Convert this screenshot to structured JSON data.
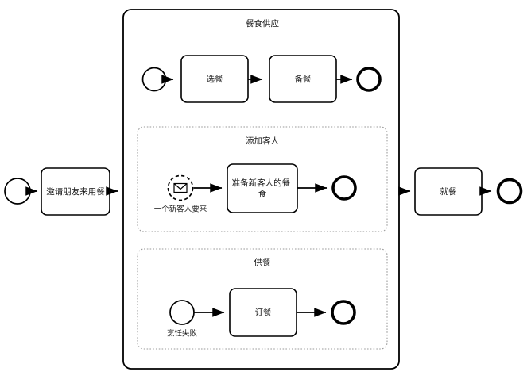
{
  "diagram": {
    "type": "bpmn-process-diagram",
    "title_visible": false,
    "colors": {
      "stroke": "#000000",
      "lane_stroke": "#9a9a9a",
      "fill": "#ffffff",
      "text": "#1a1a1a"
    }
  },
  "outer": {
    "start_event_label": "",
    "invite_task": "邀请朋友来用餐",
    "dining_task": "就餐",
    "end_event_label": ""
  },
  "pool": {
    "title": "餐食供应"
  },
  "top_flow": {
    "start_event_label": "",
    "task_1": "选餐",
    "task_2": "备餐",
    "end_event_label": ""
  },
  "lane_add_guest": {
    "title": "添加客人",
    "message_event_label": "一个新客人要来",
    "message_icon": "envelope-icon",
    "task": "准备新客人的餐食",
    "end_event_label": ""
  },
  "lane_serve": {
    "title": "供餐",
    "start_event_label": "烹饪失败",
    "task": "订餐",
    "end_event_label": ""
  }
}
